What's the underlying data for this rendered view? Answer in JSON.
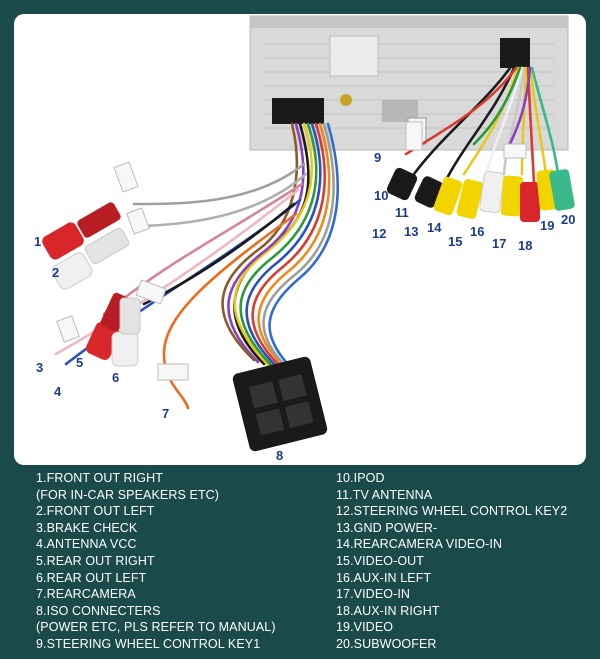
{
  "callouts": [
    "1",
    "2",
    "3",
    "4",
    "5",
    "6",
    "7",
    "8",
    "9",
    "10",
    "11",
    "12",
    "13",
    "14",
    "15",
    "16",
    "17",
    "18",
    "19",
    "20"
  ],
  "legend": {
    "left": [
      "1.FRONT OUT RIGHT",
      "(FOR IN-CAR SPEAKERS ETC)",
      "2.FRONT OUT LEFT",
      "3.BRAKE CHECK",
      "4.ANTENNA VCC",
      "5.REAR OUT RIGHT",
      "6.REAR OUT LEFT",
      "7.REARCAMERA",
      "8.ISO CONNECTERS",
      "(POWER ETC, PLS REFER TO MANUAL)",
      "9.STEERING WHEEL CONTROL KEY1"
    ],
    "right": [
      "10.IPOD",
      "11.TV ANTENNA",
      "12.STEERING WHEEL CONTROL KEY2",
      "13.GND POWER-",
      "14.REARCAMERA VIDEO-IN",
      "15.VIDEO-OUT",
      "16.AUX-IN LEFT",
      "17.VIDEO-IN",
      "18.AUX-IN RIGHT",
      "19.VIDEO",
      "20.SUBWOOFER"
    ]
  },
  "colors": {
    "background": "#1a4a4a",
    "panel": "#ffffff",
    "callout": "#1c3d8a",
    "legend_text": "#ffffff",
    "rca_red": "#d8262a",
    "rca_white": "#f0f0f0",
    "rca_yellow": "#f2d400",
    "rca_green": "#39b98a"
  }
}
